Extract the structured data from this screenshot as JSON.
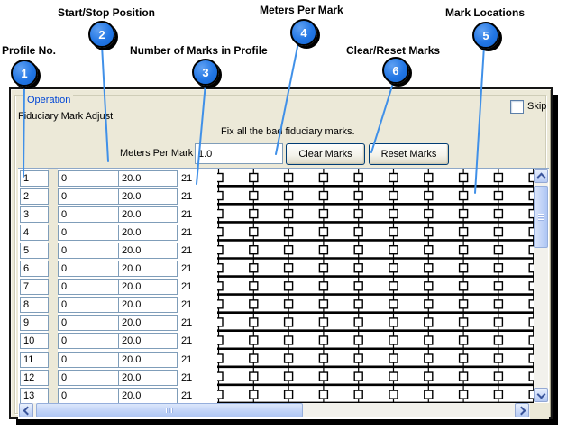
{
  "annotations": {
    "callouts": [
      {
        "num": "1",
        "label": "Profile No."
      },
      {
        "num": "2",
        "label": "Start/Stop Position"
      },
      {
        "num": "3",
        "label": "Number of Marks in Profile"
      },
      {
        "num": "4",
        "label": "Meters Per Mark"
      },
      {
        "num": "5",
        "label": "Mark Locations"
      },
      {
        "num": "6",
        "label": "Clear/Reset Marks"
      }
    ]
  },
  "dialog": {
    "group_label": "Operation",
    "heading": "Fiduciary Mark Adjust",
    "skip_checkbox_label": "Skip",
    "instruction_text": "Fix all the bad fiduciary marks.",
    "meters_per_mark": {
      "label": "Meters Per Mark",
      "value": "1.0"
    },
    "buttons": {
      "clear": "Clear Marks",
      "reset": "Reset Marks"
    }
  },
  "table": {
    "rows": [
      {
        "profile_no": "1",
        "start": "0",
        "stop": "20.0",
        "num_marks": "21"
      },
      {
        "profile_no": "2",
        "start": "0",
        "stop": "20.0",
        "num_marks": "21"
      },
      {
        "profile_no": "3",
        "start": "0",
        "stop": "20.0",
        "num_marks": "21"
      },
      {
        "profile_no": "4",
        "start": "0",
        "stop": "20.0",
        "num_marks": "21"
      },
      {
        "profile_no": "5",
        "start": "0",
        "stop": "20.0",
        "num_marks": "21"
      },
      {
        "profile_no": "6",
        "start": "0",
        "stop": "20.0",
        "num_marks": "21"
      },
      {
        "profile_no": "7",
        "start": "0",
        "stop": "20.0",
        "num_marks": "21"
      },
      {
        "profile_no": "8",
        "start": "0",
        "stop": "20.0",
        "num_marks": "21"
      },
      {
        "profile_no": "9",
        "start": "0",
        "stop": "20.0",
        "num_marks": "21"
      },
      {
        "profile_no": "10",
        "start": "0",
        "stop": "20.0",
        "num_marks": "21"
      },
      {
        "profile_no": "11",
        "start": "0",
        "stop": "20.0",
        "num_marks": "21"
      },
      {
        "profile_no": "12",
        "start": "0",
        "stop": "20.0",
        "num_marks": "21"
      },
      {
        "profile_no": "13",
        "start": "0",
        "stop": "20.0",
        "num_marks": "21"
      }
    ],
    "visible_mark_columns": 10,
    "mark_symbol": "square"
  },
  "colors": {
    "dialog_bg": "#ECE9D8",
    "group_label_blue": "#0046D5",
    "callout_blue": "#1B72E8",
    "callout_line_blue": "#4090E8",
    "cell_border": "#7F9DB9",
    "button_border": "#003C74",
    "mark_line": "#000000"
  }
}
